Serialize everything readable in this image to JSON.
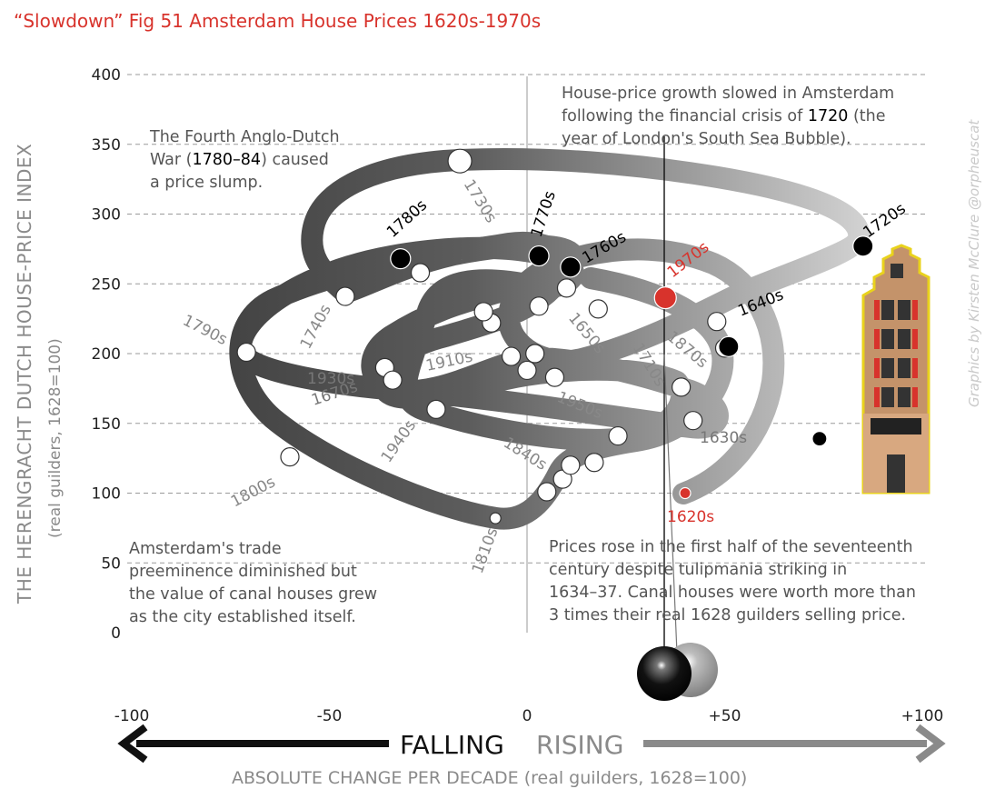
{
  "title": "“Slowdown” Fig 51 Amsterdam House Prices 1620s-1970s",
  "credit": "Graphics by Kirsten McClure @orpheuscat",
  "chart_data": {
    "type": "scatter",
    "title": "“Slowdown” Fig 51 Amsterdam House Prices 1620s-1970s",
    "ylabel": "THE HERENGRACHT DUTCH HOUSE-PRICE INDEX",
    "ylabel_sub": "(real guilders, 1628=100)",
    "xlabel": "ABSOLUTE CHANGE PER DECADE (real guilders, 1628=100)",
    "xlim": [
      -100,
      100
    ],
    "ylim": [
      0,
      400
    ],
    "x_ticks": [
      "-100",
      "-50",
      "0",
      "+50",
      "+100"
    ],
    "y_ticks": [
      "0",
      "50",
      "100",
      "150",
      "200",
      "250",
      "300",
      "350",
      "400"
    ],
    "falling_label": "FALLING",
    "rising_label": "RISING",
    "grid": "horizontal dashed",
    "points": [
      {
        "x": 40,
        "y": 100,
        "label": "1620s"
      },
      {
        "x": 42,
        "y": 152
      },
      {
        "x": 39,
        "y": 176
      },
      {
        "x": 50,
        "y": 204
      },
      {
        "x": 48,
        "y": 223
      },
      {
        "x": 35,
        "y": 240,
        "label": "1970s"
      },
      {
        "x": 18,
        "y": 232
      },
      {
        "x": 10,
        "y": 247
      },
      {
        "x": 7,
        "y": 183
      },
      {
        "x": 2,
        "y": 200
      },
      {
        "x": -4,
        "y": 198
      },
      {
        "x": 0,
        "y": 188
      },
      {
        "x": 3,
        "y": 234
      },
      {
        "x": -9,
        "y": 222
      },
      {
        "x": -11,
        "y": 230
      },
      {
        "x": -27,
        "y": 258
      },
      {
        "x": -46,
        "y": 241
      },
      {
        "x": -36,
        "y": 190
      },
      {
        "x": -34,
        "y": 181
      },
      {
        "x": -23,
        "y": 160
      },
      {
        "x": -71,
        "y": 201
      },
      {
        "x": -60,
        "y": 126
      },
      {
        "x": -8,
        "y": 82
      },
      {
        "x": 5,
        "y": 101
      },
      {
        "x": 9,
        "y": 110
      },
      {
        "x": 11,
        "y": 120
      },
      {
        "x": 17,
        "y": 122
      },
      {
        "x": 23,
        "y": 141
      },
      {
        "x": 74,
        "y": 139,
        "label": "1630s"
      },
      {
        "x": 51,
        "y": 205,
        "label": "1640s"
      },
      {
        "x": 85,
        "y": 277,
        "label": "1720s"
      },
      {
        "x": 11,
        "y": 262,
        "label": "1760s"
      },
      {
        "x": 3,
        "y": 270,
        "label": "1770s"
      },
      {
        "x": -32,
        "y": 268,
        "label": "1780s"
      },
      {
        "x": -17,
        "y": 338
      }
    ],
    "decade_labels": [
      "1620s",
      "1630s",
      "1640s",
      "1650s",
      "1670s",
      "1710s",
      "1720s",
      "1730s",
      "1740s",
      "1760s",
      "1770s",
      "1780s",
      "1790s",
      "1800s",
      "1810s",
      "1840s",
      "1870s",
      "1910s",
      "1930s",
      "1940s",
      "1950s",
      "1970s"
    ]
  },
  "decades": {
    "d1620": "1620s",
    "d1630": "1630s",
    "d1640": "1640s",
    "d1650": "1650s",
    "d1670": "1670s",
    "d1710": "1710s",
    "d1720": "1720s",
    "d1730": "1730s",
    "d1740": "1740s",
    "d1760": "1760s",
    "d1770": "1770s",
    "d1780": "1780s",
    "d1790": "1790s",
    "d1800": "1800s",
    "d1810": "1810s",
    "d1840": "1840s",
    "d1870": "1870s",
    "d1910": "1910s",
    "d1930": "1930s",
    "d1940": "1940s",
    "d1950": "1950s",
    "d1970": "1970s"
  },
  "notes": {
    "war_1": "The Fourth Anglo-Dutch",
    "war_2a": "War (",
    "war_2b": "1780–84",
    "war_2c": ") caused",
    "war_3": "a price slump.",
    "crisis_1": "House-price growth slowed in Amsterdam",
    "crisis_2a": "following the financial crisis of ",
    "crisis_2b": "1720",
    "crisis_2c": " (the",
    "crisis_3": "year of London's South Sea Bubble).",
    "trade_1": "Amsterdam's trade",
    "trade_2": "preeminence diminished but",
    "trade_3": "the value of canal houses grew",
    "trade_4": "as the city established itself.",
    "tulip_1": "Prices rose in the first half of the seventeenth",
    "tulip_2": "century despite tulipmania striking in",
    "tulip_3": "1634–37. Canal houses were worth more than",
    "tulip_4": "3 times their real 1628 guilders selling price."
  },
  "colors": {
    "accent_red": "#d8332c",
    "dark": "#111111",
    "gray": "#8a8a8a"
  },
  "icons": [
    "canal-house-icon",
    "left-arrow-icon",
    "right-arrow-icon",
    "pendulum-balls-icon"
  ]
}
